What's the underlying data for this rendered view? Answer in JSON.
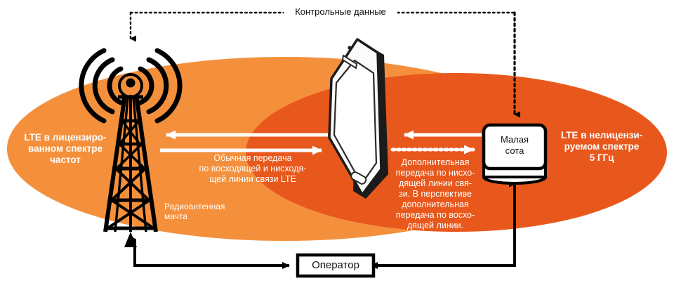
{
  "diagram": {
    "title_top": "Контрольные данные",
    "zones": {
      "left": {
        "label": "LTE в лицензиро-\nванном спектре\nчастот",
        "line1": "LTE в лицензиро-",
        "line2": "ванном спектре",
        "line3": "частот",
        "color": "#F4903C"
      },
      "right": {
        "label": "LTE в нелицензи-\nруемом спектре\n5 ГГц",
        "line1": "LTE в нелицензи-",
        "line2": "руемом спектре",
        "line3": "5 ГГц",
        "color": "#E8581C"
      }
    },
    "nodes": {
      "mast_label_line1": "Радиоантенная",
      "mast_label_line2": "мачта",
      "small_cell_line1": "Малая",
      "small_cell_line2": "сота",
      "operator": "Оператор"
    },
    "flows": {
      "center": {
        "line1": "Обычная передача",
        "line2": "по восходящей и нисходя-",
        "line3": "щей линии связи LTE"
      },
      "right": {
        "line1": "Дополнительная",
        "line2": "передача по нисхо-",
        "line3": "дящей линии свя-",
        "line4": "зи. В перспективе",
        "line5": "дополнительная",
        "line6": "передача по восхо-",
        "line7": "дящей линии."
      }
    },
    "colors": {
      "orange_light": "#F4903C",
      "orange_dark": "#E8581C",
      "black": "#000000",
      "white": "#FFFFFF"
    }
  }
}
